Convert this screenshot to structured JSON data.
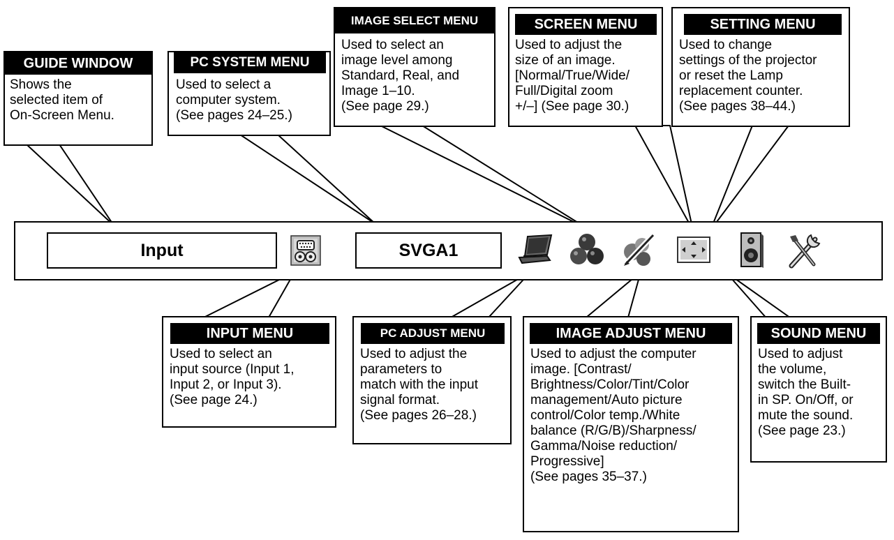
{
  "bar": {
    "input_field": "Input",
    "system_field": "SVGA1",
    "icons": [
      "input-icon",
      "pc-adjust-icon",
      "image-select-icon",
      "image-adjust-icon",
      "screen-icon",
      "sound-icon",
      "setting-icon"
    ]
  },
  "callouts": {
    "guide_window": {
      "title": "GUIDE WINDOW",
      "text": "Shows the\nselected item of\nOn-Screen Menu."
    },
    "pc_system": {
      "title": "PC SYSTEM MENU",
      "text": "Used to select a\ncomputer system.\n(See pages 24–25.)"
    },
    "image_select": {
      "title": "IMAGE SELECT MENU",
      "text": "Used to select an\nimage level among\nStandard, Real, and\nImage 1–10.\n(See page 29.)"
    },
    "screen": {
      "title": "SCREEN MENU",
      "text": "Used to adjust the\nsize of an image.\n[Normal/True/Wide/\nFull/Digital zoom\n+/–] (See page 30.)"
    },
    "setting": {
      "title": "SETTING MENU",
      "text": "Used to change\nsettings of the projector\nor reset the Lamp\nreplacement counter.\n(See pages 38–44.)"
    },
    "input": {
      "title": "INPUT MENU",
      "text": "Used to select an\ninput source (Input 1,\nInput 2, or Input 3).\n(See page 24.)"
    },
    "pc_adjust": {
      "title": "PC ADJUST MENU",
      "text": "Used to adjust the\nparameters to\nmatch with the input\nsignal format.\n(See pages 26–28.)"
    },
    "image_adjust": {
      "title": "IMAGE ADJUST MENU",
      "text": "Used to adjust the computer\nimage. [Contrast/\nBrightness/Color/Tint/Color\nmanagement/Auto picture\ncontrol/Color temp./White\nbalance (R/G/B)/Sharpness/\nGamma/Noise reduction/\nProgressive]\n(See pages 35–37.)"
    },
    "sound": {
      "title": "SOUND MENU",
      "text": "Used to adjust\nthe volume,\nswitch the Built-\nin SP. On/Off, or\nmute the sound.\n(See page 23.)"
    }
  }
}
